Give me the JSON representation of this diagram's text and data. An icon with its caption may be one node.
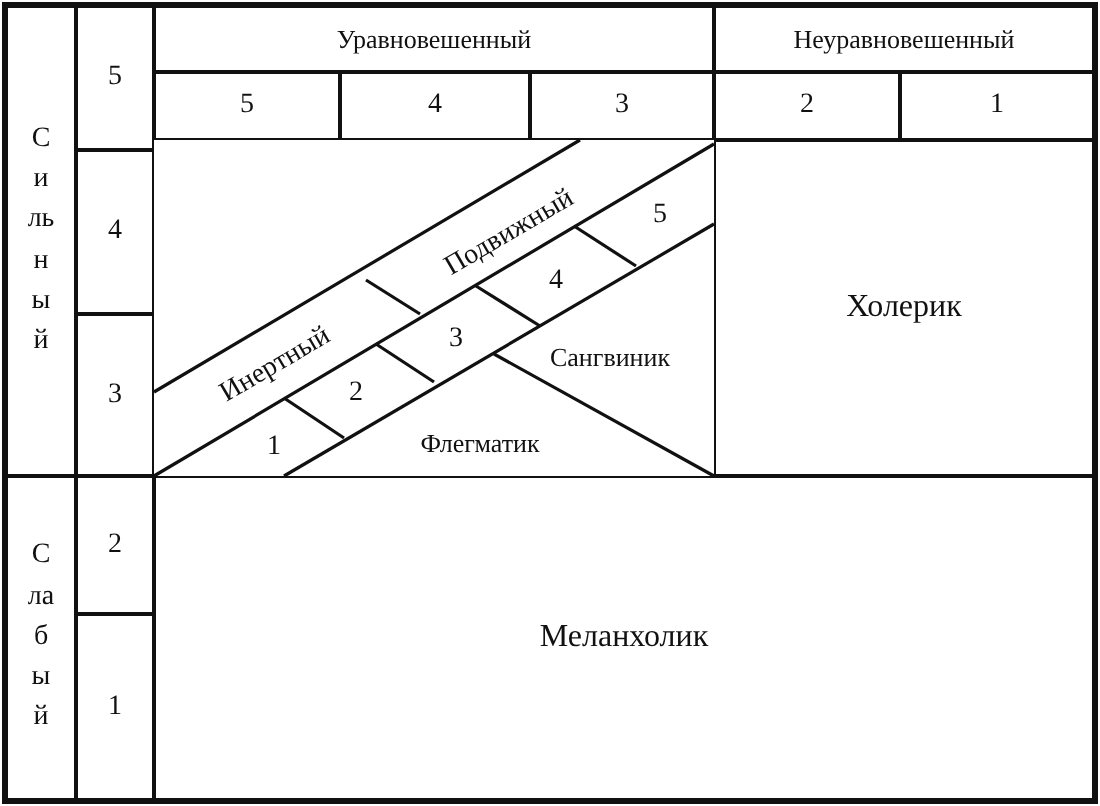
{
  "diagram": {
    "nodes": [
      {
        "text": [
          "Сильный"
        ]
      },
      {
        "text": [
          "Слабый"
        ]
      },
      {
        "text": [
          "5"
        ]
      },
      {
        "text": [
          "4"
        ]
      },
      {
        "text": [
          "3"
        ]
      },
      {
        "text": [
          "2"
        ]
      },
      {
        "text": [
          "1"
        ]
      },
      {
        "text": [
          "Уравновешенный"
        ]
      },
      {
        "text": [
          "Неуравновешенный"
        ]
      },
      {
        "text": [
          "5"
        ]
      },
      {
        "text": [
          "4"
        ]
      },
      {
        "text": [
          "3"
        ]
      },
      {
        "text": [
          "2"
        ]
      },
      {
        "text": [
          "1"
        ]
      },
      {
        "text": [
          "Холерик"
        ]
      },
      {
        "text": [
          "Меланхолик"
        ]
      },
      {
        "text": [
          "Инертный"
        ]
      },
      {
        "text": [
          "Подвижный"
        ]
      },
      {
        "text": [
          "1"
        ]
      },
      {
        "text": [
          "2"
        ]
      },
      {
        "text": [
          "3"
        ]
      },
      {
        "text": [
          "4"
        ]
      },
      {
        "text": [
          "5"
        ]
      },
      {
        "text": [
          "Сангвиник"
        ]
      },
      {
        "text": [
          "Флегматик"
        ]
      }
    ]
  }
}
